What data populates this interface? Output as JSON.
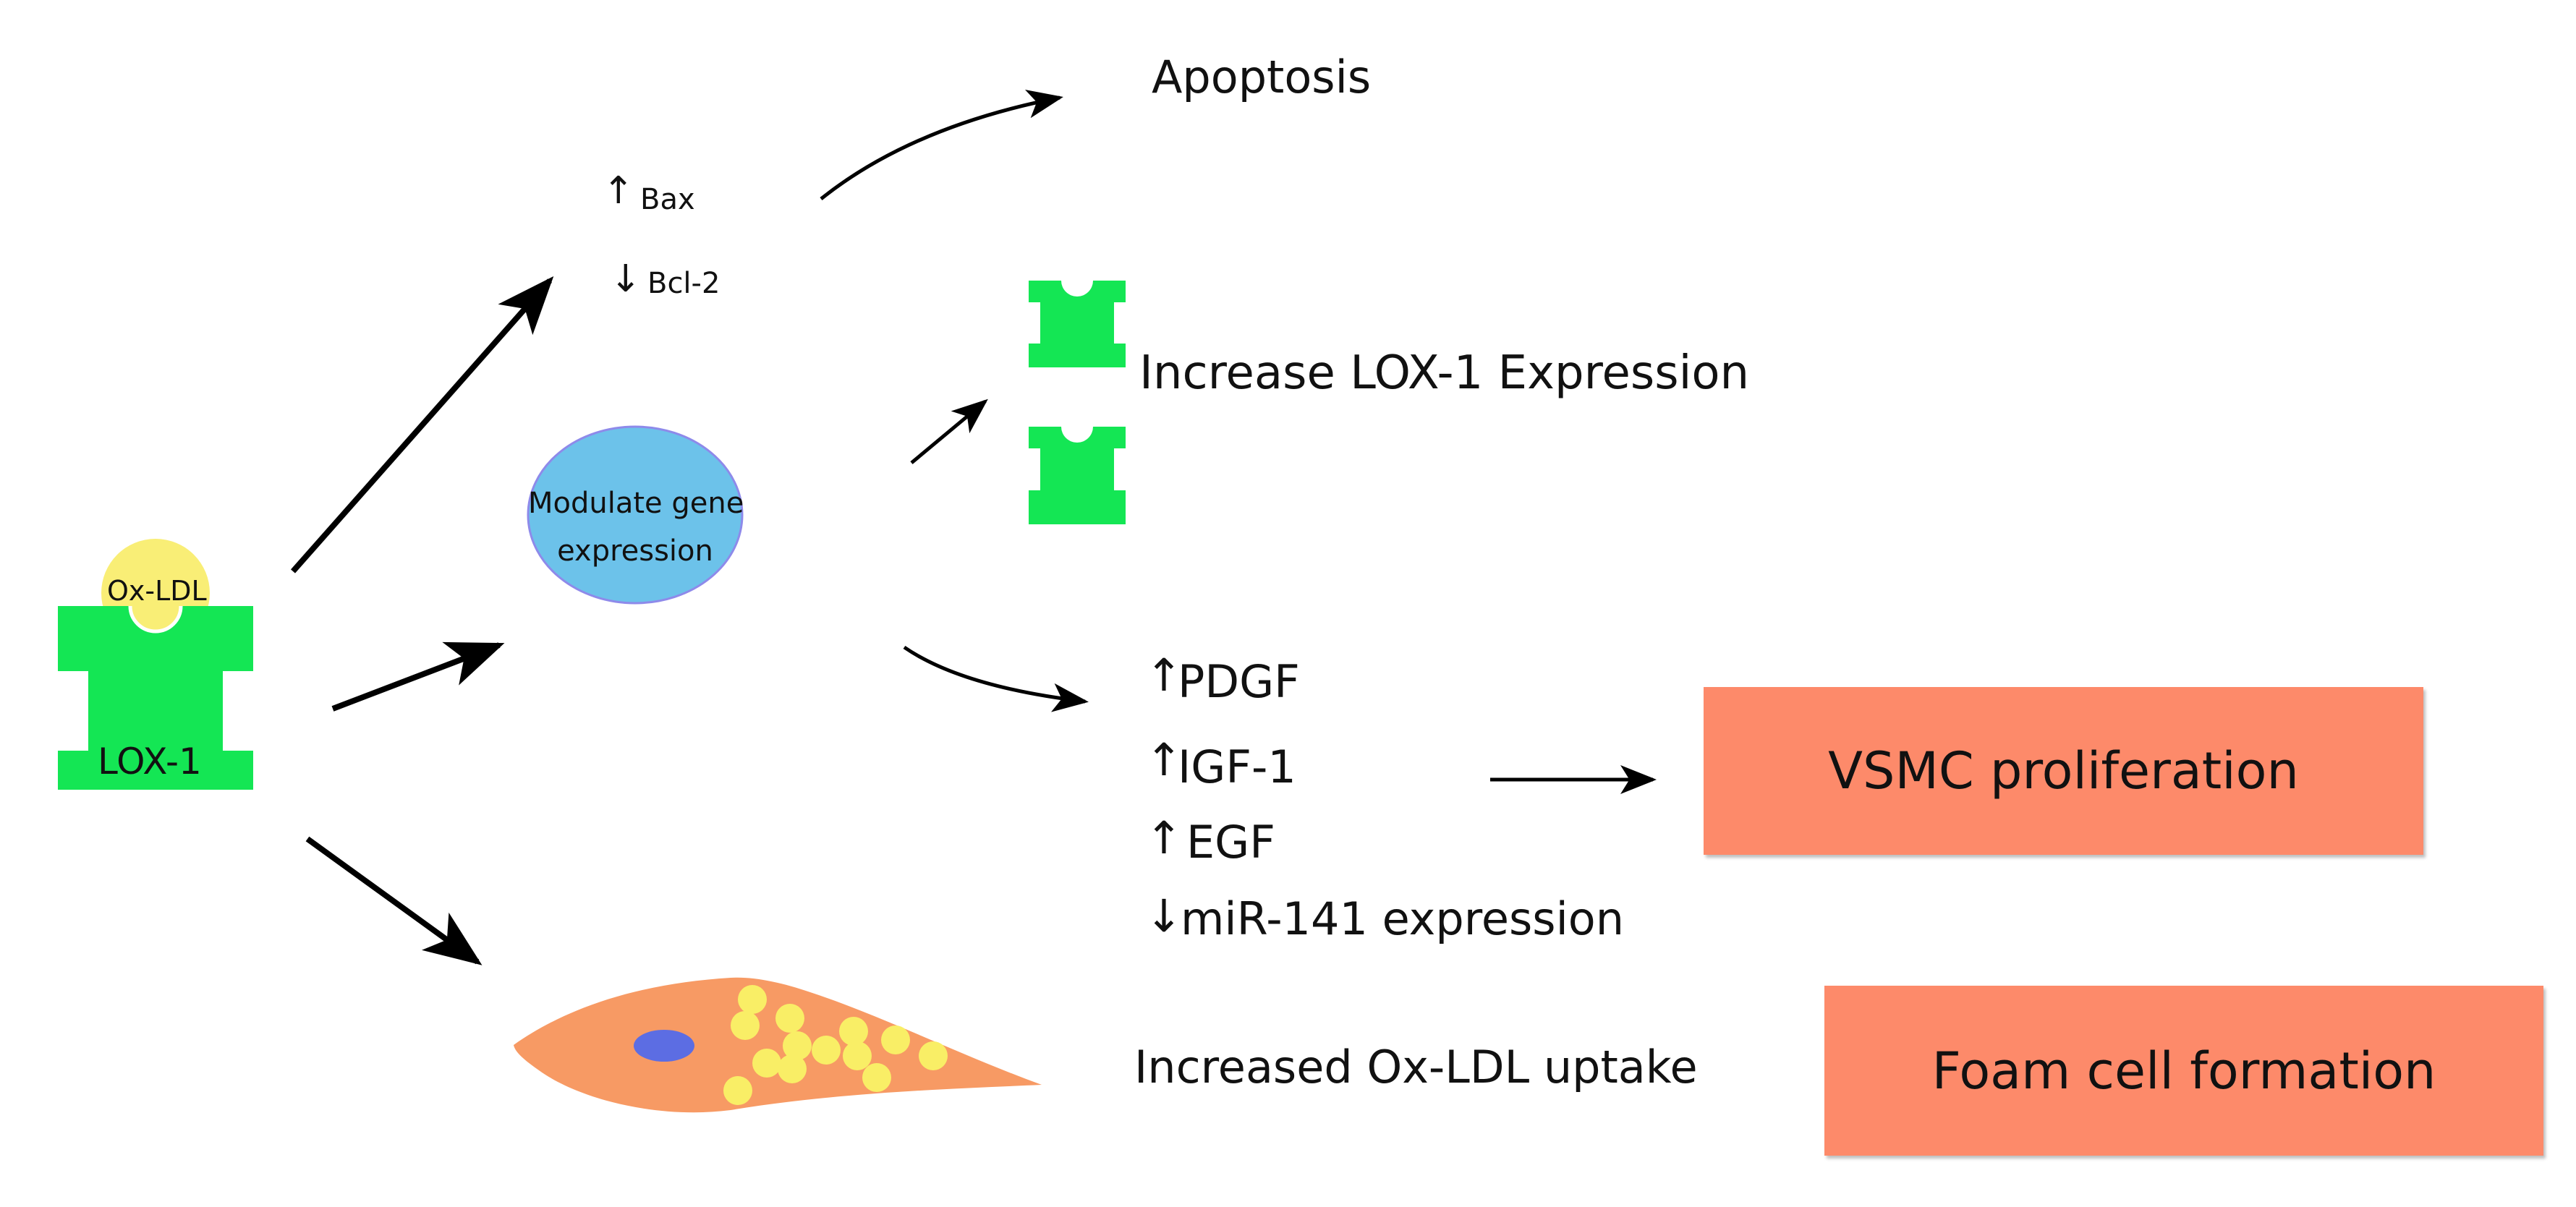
{
  "receptor": {
    "name": "LOX-1",
    "ligand": "Ox-LDL"
  },
  "nucleus": {
    "label_line1": "Modulate gene",
    "label_line2": "expression"
  },
  "apoptosis": {
    "title": "Apoptosis",
    "up": "Bax",
    "down": "Bcl-2"
  },
  "lox_expression": {
    "label": "Increase LOX-1 Expression"
  },
  "growth_factors": {
    "items": [
      {
        "label": "PDGF",
        "direction": "up"
      },
      {
        "label": "IGF-1",
        "direction": "up"
      },
      {
        "label": "EGF",
        "direction": "up"
      },
      {
        "label": "miR-141 expression",
        "direction": "down"
      }
    ]
  },
  "vsmc": {
    "label": "VSMC proliferation"
  },
  "uptake": {
    "label": "Increased Ox-LDL uptake"
  },
  "foam": {
    "label": "Foam cell formation"
  },
  "colors": {
    "receptor": "#14e654",
    "ligand": "#f9ee76",
    "nucleus": "#6cc2ea",
    "outcome_box": "#fd8a6a",
    "cell": "#f79a64",
    "cell_nucleus": "#5c6de3",
    "lipid": "#f9ee66"
  }
}
